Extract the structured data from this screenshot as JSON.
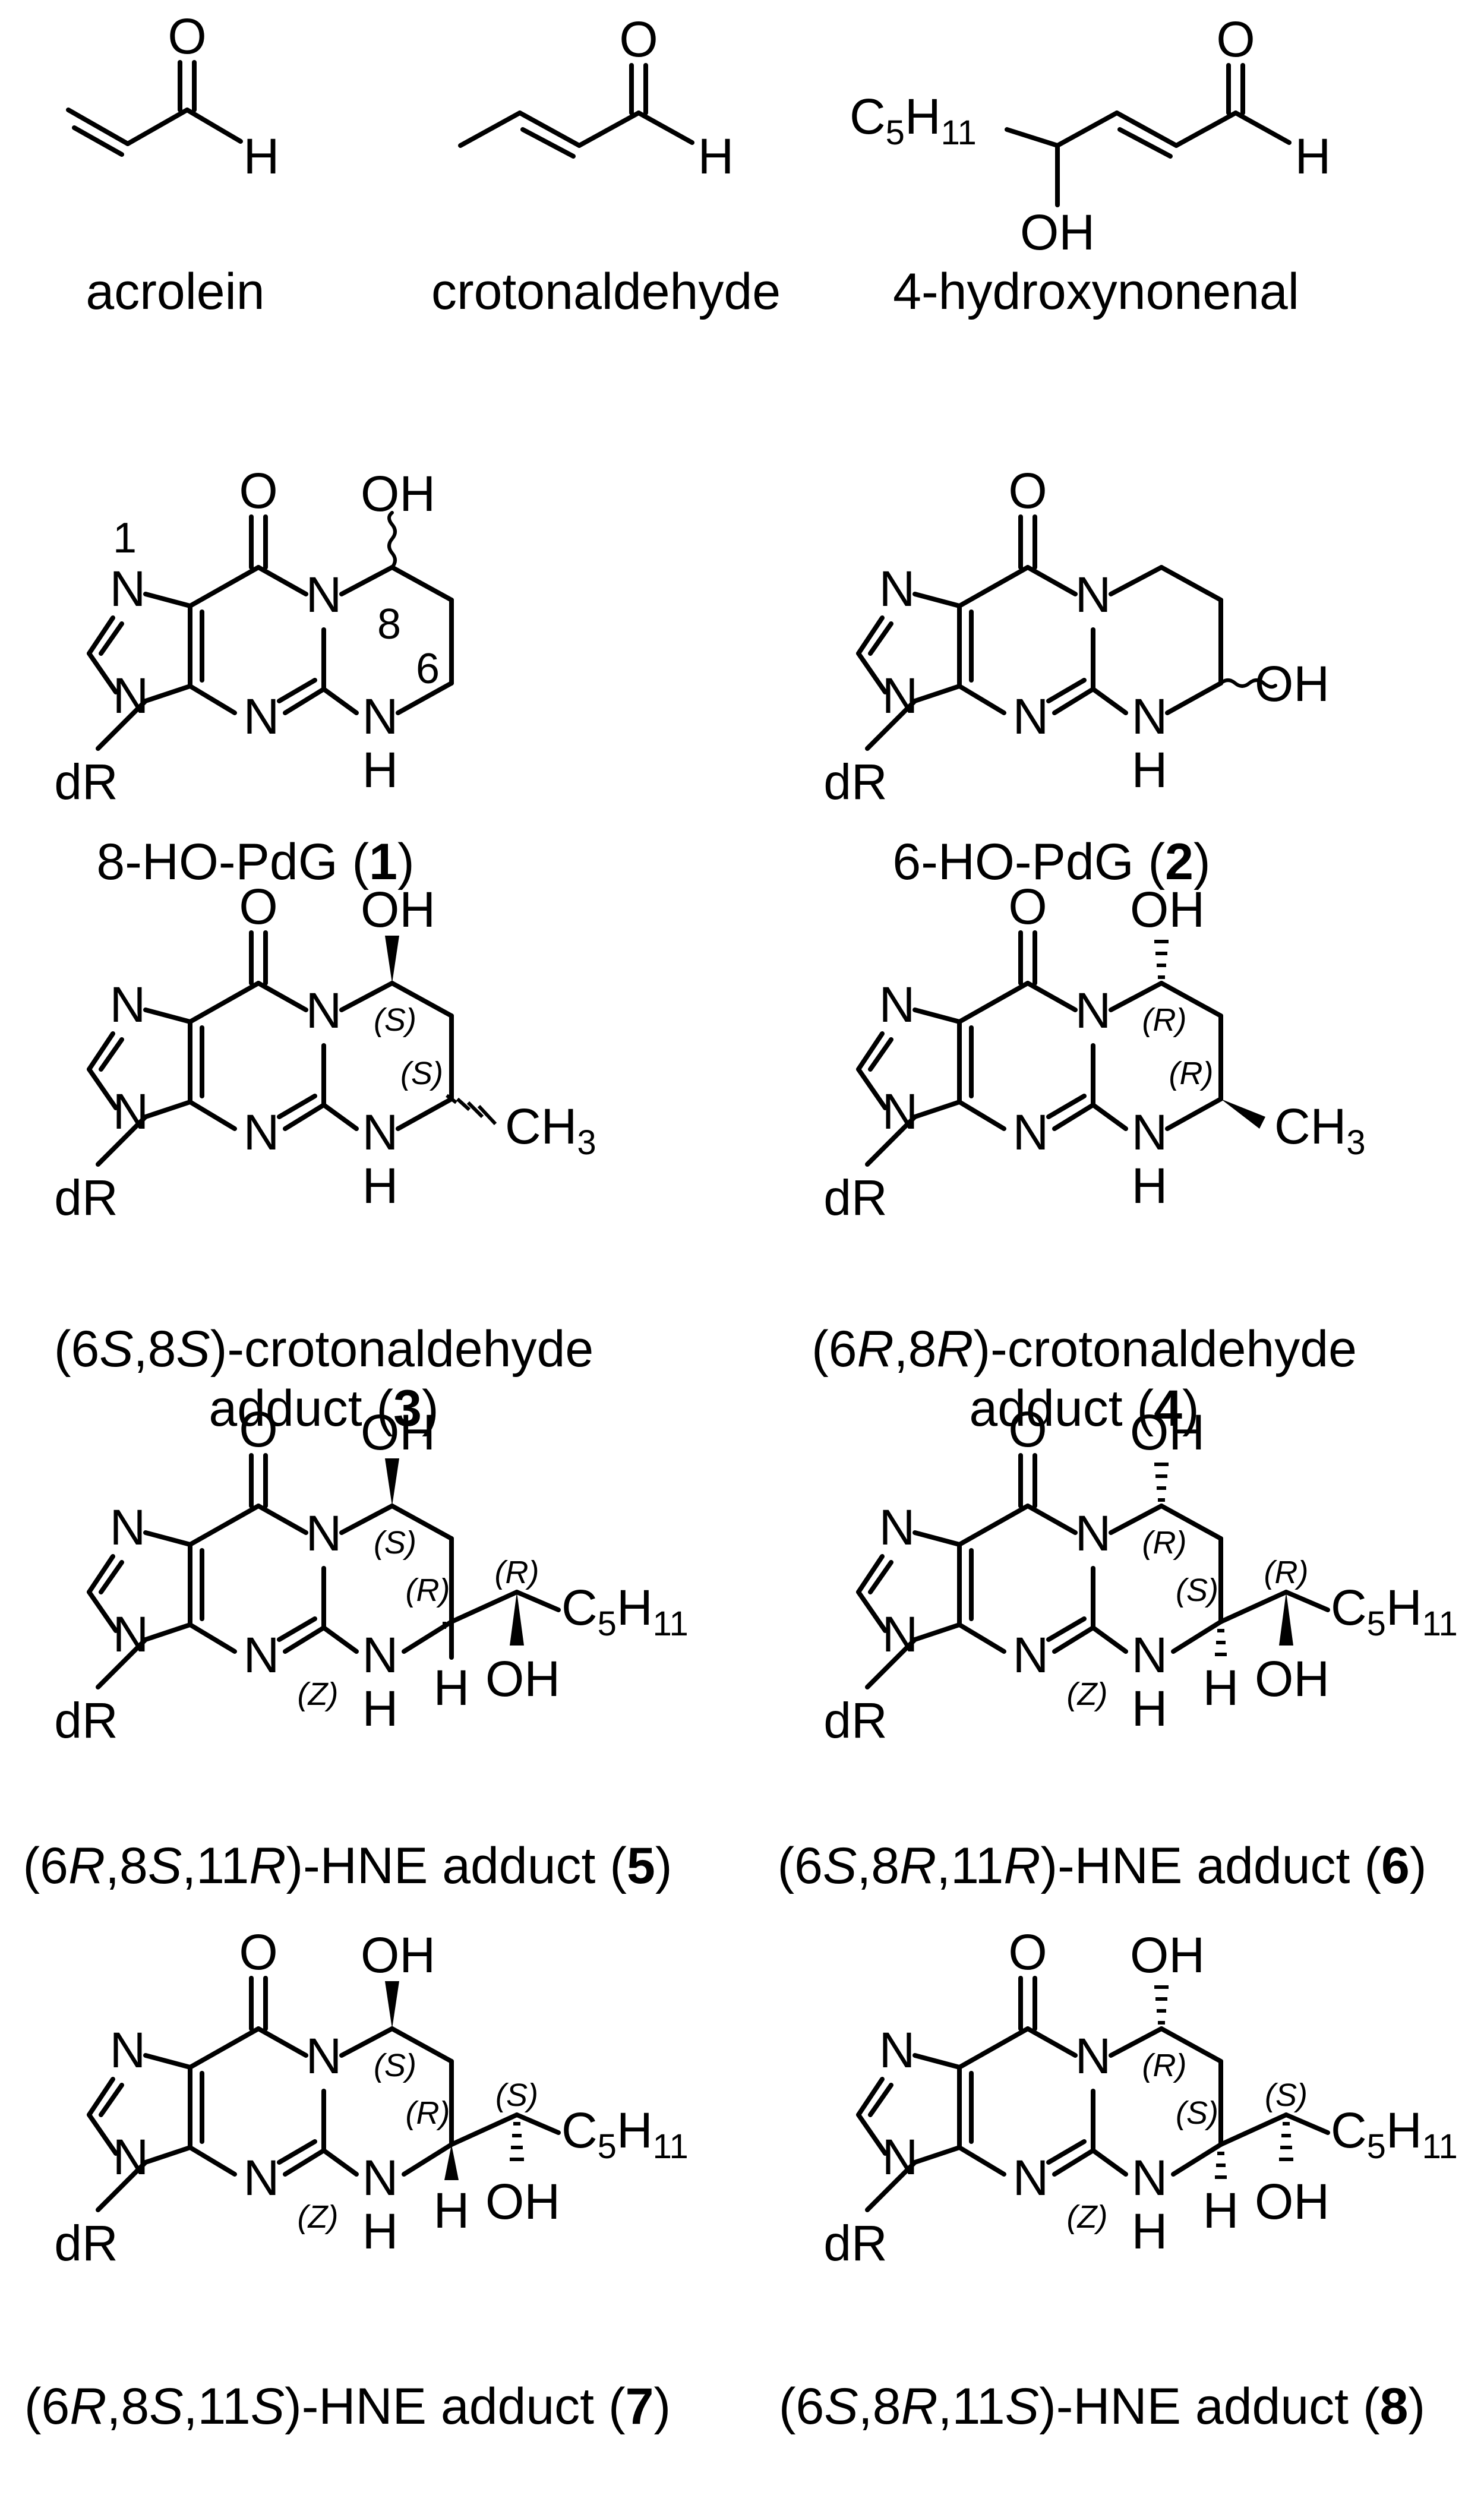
{
  "aldehydes": {
    "acrolein": {
      "name": "acrolein",
      "atoms": {
        "o": "O",
        "h": "H"
      }
    },
    "crotonaldehyde": {
      "name": "crotonaldehyde",
      "atoms": {
        "o": "O",
        "h": "H"
      }
    },
    "hne": {
      "name": "4-hydroxynonenal",
      "atoms": {
        "c": "C",
        "c_sub": "5",
        "h": "H",
        "h_sub": "11",
        "oh": "OH",
        "o": "O",
        "ald_h": "H"
      }
    }
  },
  "common_atoms": {
    "o": "O",
    "n": "N",
    "dr": "dR",
    "nh_n": "N",
    "nh_h": "H",
    "oh": "OH",
    "ch3_main": "CH",
    "ch3_sub": "3",
    "c5_main": "C",
    "c5_sub": "5",
    "h11_main": "H",
    "h11_sub": "11",
    "h": "H"
  },
  "compound1": {
    "caption": {
      "prefix": "8-HO-PdG (",
      "bold": "1",
      "suffix": ")"
    },
    "numbering": {
      "n1": "1",
      "c8": "8",
      "c6": "6"
    }
  },
  "compound2": {
    "caption": {
      "prefix": "6-HO-PdG (",
      "bold": "2",
      "suffix": ")"
    }
  },
  "compound3": {
    "caption": {
      "l1_a": "(6",
      "l1_b": "S",
      "l1_c": ",8",
      "l1_d": "S",
      "l1_e": ")-crotonaldehyde",
      "l2_a": "adduct (",
      "l2_b": "3",
      "l2_c": ")"
    },
    "config": {
      "c8": "(S)",
      "c6": "(S)"
    }
  },
  "compound4": {
    "caption": {
      "l1_a": "(6",
      "l1_b": "R",
      "l1_c": ",8",
      "l1_d": "R",
      "l1_e": ")-crotonaldehyde",
      "l2_a": "adduct (",
      "l2_b": "4",
      "l2_c": ")"
    },
    "config": {
      "c8": "(R)",
      "c6": "(R)"
    }
  },
  "compound5": {
    "caption": {
      "a": "(6",
      "b": "R",
      "c": ",8",
      "d": "S",
      "e": ",11",
      "f": "R",
      "g": ")-HNE adduct (",
      "num": "5",
      "end": ")"
    },
    "config": {
      "c8": "(S)",
      "c6": "(R)",
      "c11": "(R)",
      "z": "(Z)"
    }
  },
  "compound6": {
    "caption": {
      "a": "(6",
      "b": "S",
      "c": ",8",
      "d": "R",
      "e": ",11",
      "f": "R",
      "g": ")-HNE adduct (",
      "num": "6",
      "end": ")"
    },
    "config": {
      "c8": "(R)",
      "c6": "(S)",
      "c11": "(R)",
      "z": "(Z)"
    }
  },
  "compound7": {
    "caption": {
      "a": "(6",
      "b": "R",
      "c": ",8",
      "d": "S",
      "e": ",11",
      "f": "S",
      "g": ")-HNE adduct (",
      "num": "7",
      "end": ")"
    },
    "config": {
      "c8": "(S)",
      "c6": "(R)",
      "c11": "(S)",
      "z": "(Z)"
    }
  },
  "compound8": {
    "caption": {
      "a": "(6",
      "b": "S",
      "c": ",8",
      "d": "R",
      "e": ",11",
      "f": "S",
      "g": ")-HNE adduct (",
      "num": "8",
      "end": ")"
    },
    "config": {
      "c8": "(R)",
      "c6": "(S)",
      "c11": "(S)",
      "z": "(Z)"
    }
  }
}
